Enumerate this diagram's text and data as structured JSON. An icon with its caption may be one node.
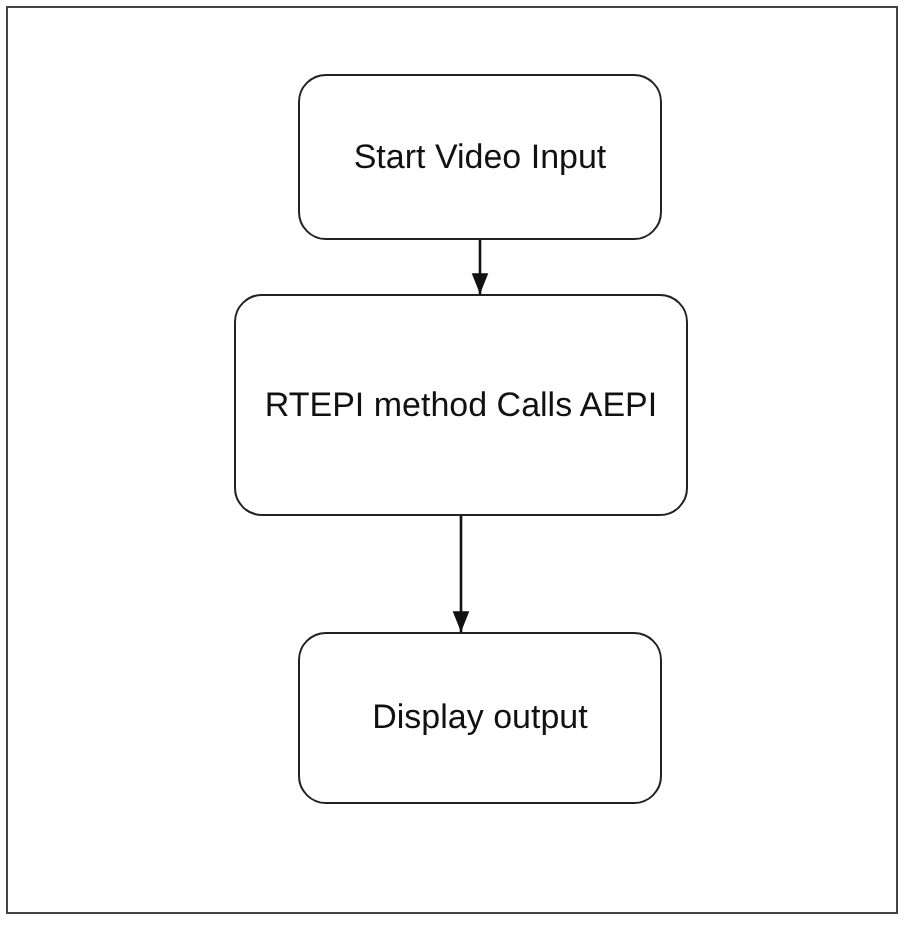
{
  "diagram": {
    "nodes": [
      {
        "text": [
          "Start Video Input"
        ]
      },
      {
        "text": [
          "RTEPI method Calls AEPI"
        ]
      },
      {
        "text": [
          "Display output"
        ]
      }
    ],
    "edges": [
      {
        "from": 0,
        "to": 1,
        "arrow": "to"
      },
      {
        "from": 1,
        "to": 2,
        "arrow": "to"
      }
    ]
  }
}
